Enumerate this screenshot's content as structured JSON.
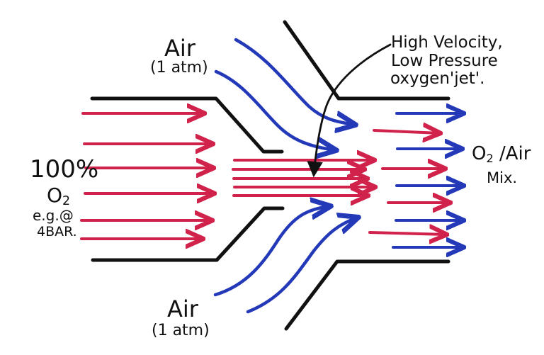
{
  "labels": {
    "air_top": {
      "title": "Air",
      "pressure": "(1 atm)"
    },
    "air_bottom": {
      "title": "Air",
      "pressure": "(1 atm)"
    },
    "oxygen_inlet": {
      "percent": "100%",
      "formula": "O",
      "formula_sub": "2",
      "example": "e.g.@",
      "pressure": "4BAR."
    },
    "jet_note": {
      "line1": "High Velocity,",
      "line2": "Low Pressure",
      "line3": "oxygen'jet'."
    },
    "outlet_mix": {
      "line1_prefix": "O",
      "line1_sub": "2",
      "line1_suffix": " /Air",
      "line2": "Mix."
    }
  },
  "colors": {
    "outline": "#111111",
    "oxygen_flow": "#d1224c",
    "air_flow": "#2339b8",
    "text": "#111111"
  }
}
